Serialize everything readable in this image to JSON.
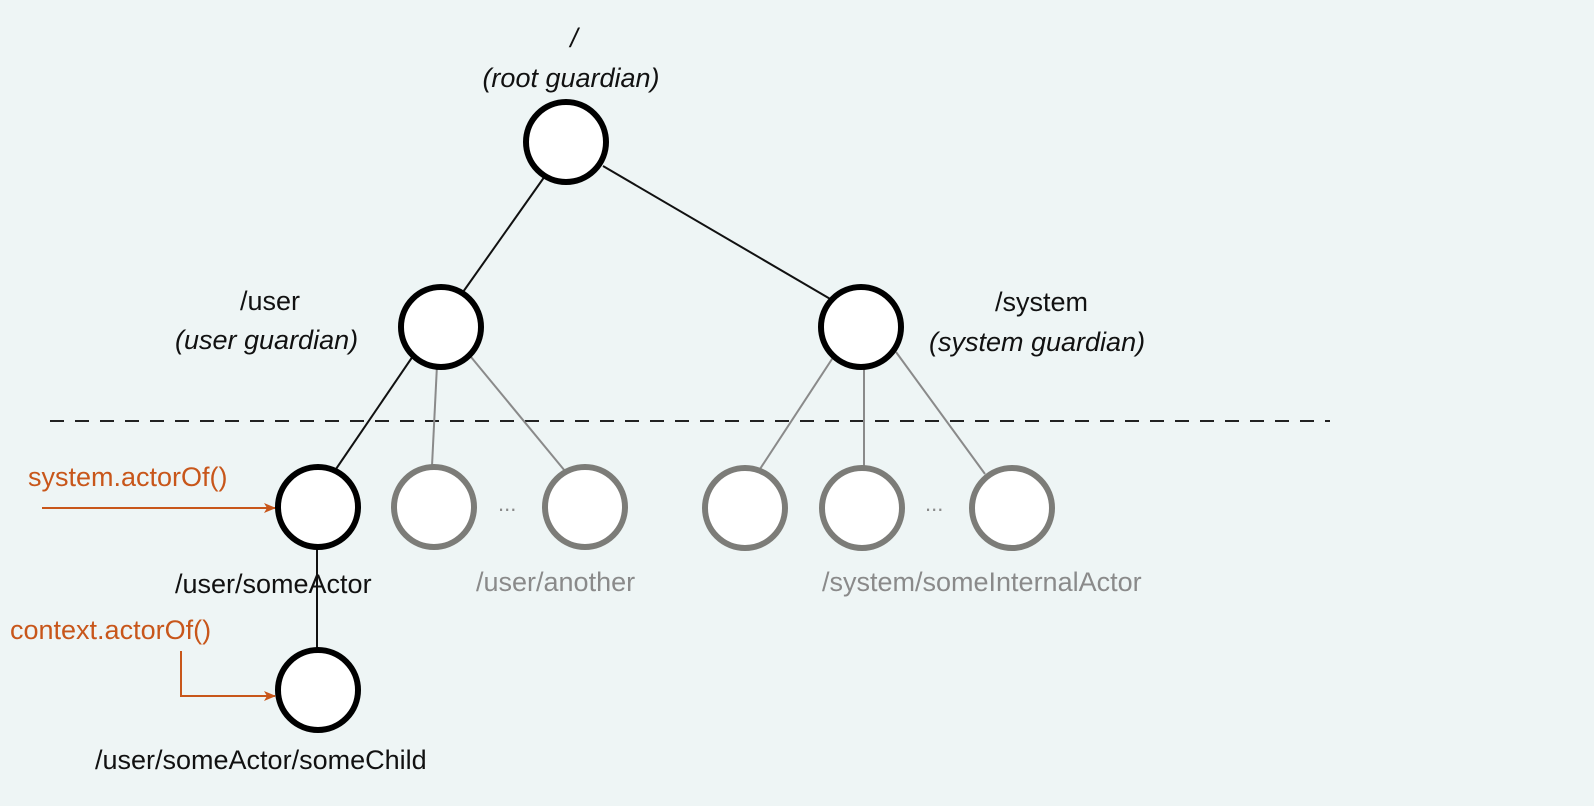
{
  "colors": {
    "background": "#eef5f5",
    "node_active": "#000000",
    "node_inactive": "#7c7c78",
    "node_fill": "#ffffff",
    "edge_active": "#111111",
    "edge_inactive": "#8a8a8a",
    "accent": "#c8561a",
    "text": "#111111",
    "text_muted": "#8a8a8a"
  },
  "labels": {
    "root_path": "/",
    "root_role": "(root guardian)",
    "user_path": "/user",
    "user_role": "(user guardian)",
    "system_path": "/system",
    "system_role": "(system guardian)",
    "some_actor": "/user/someActor",
    "another": "/user/another",
    "some_internal": "/system/someInternalActor",
    "some_child": "/user/someActor/someChild",
    "ellipsis": "..."
  },
  "annotations": {
    "system_actor_of": "system.actorOf()",
    "context_actor_of": "context.actorOf()"
  }
}
